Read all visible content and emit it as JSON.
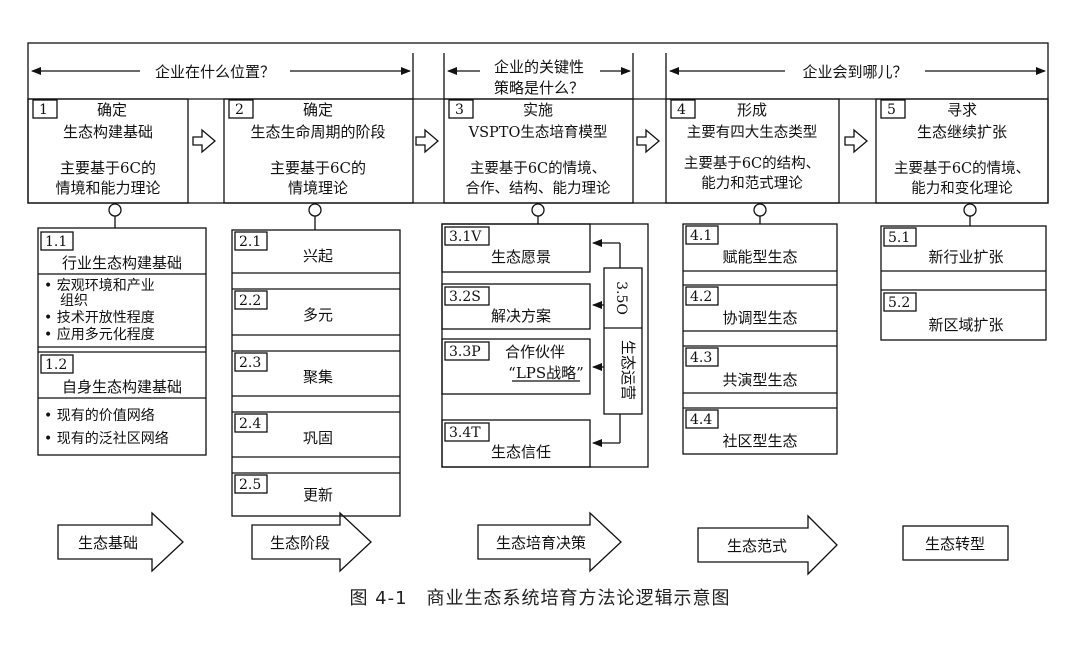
{
  "questions": {
    "q1": "企业在什么位置？",
    "q2_line1": "企业的关键性",
    "q2_line2": "策略是什么？",
    "q3": "企业会到哪儿？"
  },
  "stages": [
    {
      "num": "1",
      "title": "确定",
      "subtitle": "生态构建基础",
      "basis1": "主要基于6C的",
      "basis2": "情境和能力理论"
    },
    {
      "num": "2",
      "title": "确定",
      "subtitle": "生态生命周期的阶段",
      "basis1": "主要基于6C的",
      "basis2": "情境理论"
    },
    {
      "num": "3",
      "title": "实施",
      "subtitle": "VSPTO生态培育模型",
      "basis1": "主要基于6C的情境、",
      "basis2": "合作、结构、能力理论"
    },
    {
      "num": "4",
      "title": "形成",
      "subtitle": "主要有四大生态类型",
      "basis1": "主要基于6C的结构、",
      "basis2": "能力和范式理论"
    },
    {
      "num": "5",
      "title": "寻求",
      "subtitle": "生态继续扩张",
      "basis1": "主要基于6C的情境、",
      "basis2": "能力和变化理论"
    }
  ],
  "foundation": {
    "s11_num": "1.1",
    "s11_title": "行业生态构建基础",
    "s11_b1_line1": "• 宏观环境和产业",
    "s11_b1_line2": "组织",
    "s11_b2": "• 技术开放性程度",
    "s11_b3": "• 应用多元化程度",
    "s12_num": "1.2",
    "s12_title": "自身生态构建基础",
    "s12_b1": "• 现有的价值网络",
    "s12_b2": "• 现有的泛社区网络"
  },
  "lifecycle": [
    {
      "num": "2.1",
      "label": "兴起"
    },
    {
      "num": "2.2",
      "label": "多元"
    },
    {
      "num": "2.3",
      "label": "聚集"
    },
    {
      "num": "2.4",
      "label": "巩固"
    },
    {
      "num": "2.5",
      "label": "更新"
    }
  ],
  "vspto": {
    "items": [
      {
        "num": "3.1V",
        "label": "生态愿景"
      },
      {
        "num": "3.2S",
        "label": "解决方案"
      },
      {
        "num": "3.3P",
        "label": "合作伙伴",
        "sublabel": "“LPS战略”"
      },
      {
        "num": "3.4T",
        "label": "生态信任"
      }
    ],
    "ops_num": "3.5O",
    "ops_label": "生态运营"
  },
  "types": [
    {
      "num": "4.1",
      "label": "赋能型生态"
    },
    {
      "num": "4.2",
      "label": "协调型生态"
    },
    {
      "num": "4.3",
      "label": "共演型生态"
    },
    {
      "num": "4.4",
      "label": "社区型生态"
    }
  ],
  "expansion": [
    {
      "num": "5.1",
      "label": "新行业扩张"
    },
    {
      "num": "5.2",
      "label": "新区域扩张"
    }
  ],
  "bottom_arrows": [
    "生态基础",
    "生态阶段",
    "生态培育决策",
    "生态范式",
    "生态转型"
  ],
  "caption": "图 4-1　商业生态系统培育方法论逻辑示意图"
}
